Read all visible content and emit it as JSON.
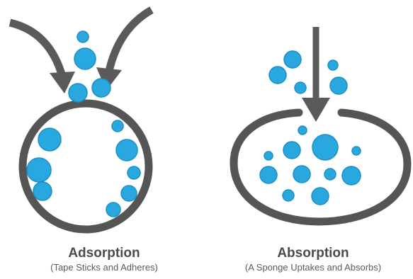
{
  "adsorption": {
    "title": "Adsorption",
    "subtitle": "(Tape Sticks and Adheres)"
  },
  "absorption": {
    "title": "Absorption",
    "subtitle": "(A Sponge Uptakes and Absorbs)"
  },
  "colors": {
    "molecule": "#29a8e0",
    "molecule_stroke": "#1e8fc4",
    "surface": "#555555",
    "arrow": "#5a5a5a"
  },
  "icons": [
    "arrow-icon",
    "molecule-icon"
  ]
}
